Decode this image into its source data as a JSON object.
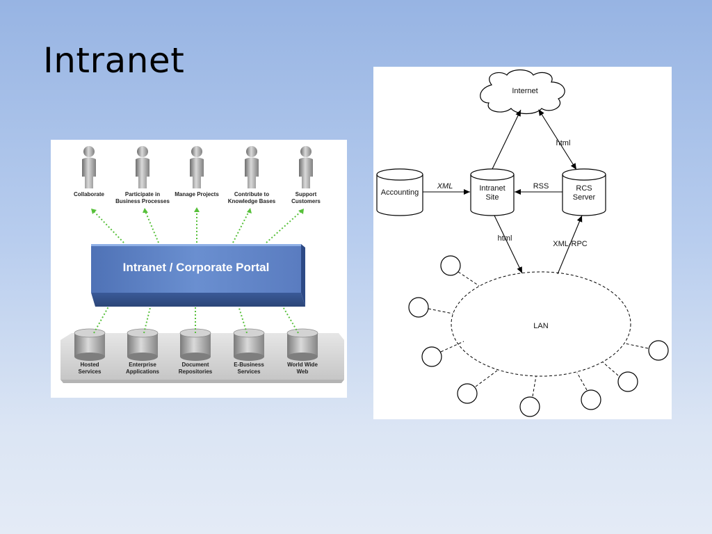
{
  "slide": {
    "title": "Intranet"
  },
  "portal_diagram": {
    "portal_label": "Intranet / Corporate Portal",
    "users": [
      {
        "line1": "Collaborate",
        "line2": ""
      },
      {
        "line1": "Participate in",
        "line2": "Business Processes"
      },
      {
        "line1": "Manage Projects",
        "line2": ""
      },
      {
        "line1": "Contribute to",
        "line2": "Knowledge Bases"
      },
      {
        "line1": "Support",
        "line2": "Customers"
      }
    ],
    "sources": [
      {
        "line1": "Hosted",
        "line2": "Services"
      },
      {
        "line1": "Enterprise",
        "line2": "Applications"
      },
      {
        "line1": "Document",
        "line2": "Repositories"
      },
      {
        "line1": "E-Business",
        "line2": "Services"
      },
      {
        "line1": "World Wide",
        "line2": "Web"
      }
    ]
  },
  "network_diagram": {
    "internet": "Internet",
    "accounting": "Accounting",
    "intranet_line1": "Intranet",
    "intranet_line2": "Site",
    "rcs_line1": "RCS",
    "rcs_line2": "Server",
    "lan": "LAN",
    "edge_xml": "XML",
    "edge_rss": "RSS",
    "edge_html_internet": "html",
    "edge_html_lan": "html",
    "edge_xmlrpc": "XML-RPC"
  }
}
